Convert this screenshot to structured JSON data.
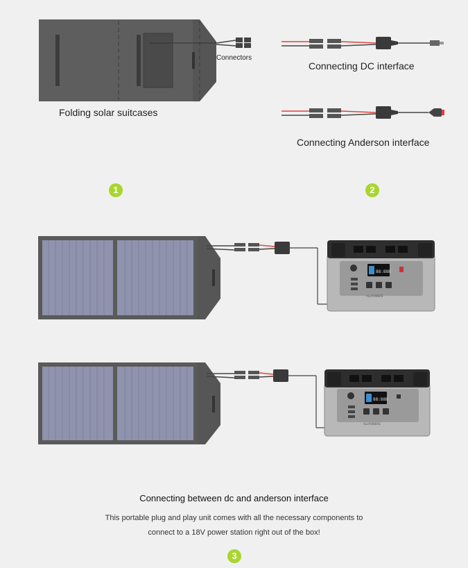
{
  "labels": {
    "connectors": "Connectors",
    "folding_suitcases": "Folding solar suitcases",
    "dc_interface": "Connecting DC interface",
    "anderson_interface": "Connecting Anderson interface"
  },
  "steps": [
    "1",
    "2",
    "3"
  ],
  "bottom": {
    "title": "Connecting between dc and anderson interface",
    "desc_line1": "This portable plug and play unit comes with all the necessary components to",
    "desc_line2": "connect to a 18V power station right out of the box!"
  },
  "device": {
    "brand": "ALLPOWERS",
    "display_value": "88:888"
  },
  "colors": {
    "accent_green": "#a8d62e",
    "panel_gray": "#5a5a5a",
    "cell_blue": "#8f93ad",
    "wire_red": "#e04040"
  }
}
